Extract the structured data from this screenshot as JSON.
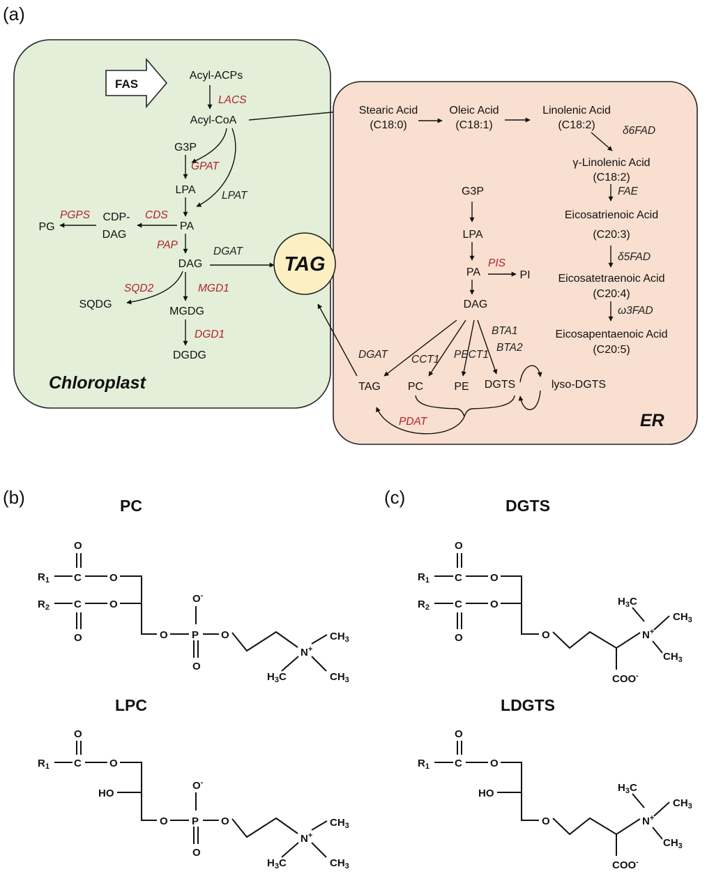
{
  "panels": {
    "a": "(a)",
    "b": "(b)",
    "c": "(c)"
  },
  "chloroplast": {
    "title": "Chloroplast",
    "fas": "FAS",
    "nodes": {
      "acyl_acps": "Acyl-ACPs",
      "acyl_coa": "Acyl-CoA",
      "g3p": "G3P",
      "lpa": "LPA",
      "pa": "PA",
      "cdp": "CDP-",
      "dag_of_cdp": "DAG",
      "pg": "PG",
      "dag": "DAG",
      "sqdg": "SQDG",
      "mgdg": "MGDG",
      "dgdg": "DGDG"
    },
    "enzymes": {
      "lacs": "LACS",
      "gpat": "GPAT",
      "lpat": "LPAT",
      "cds": "CDS",
      "pgps": "PGPS",
      "pap": "PAP",
      "dgat": "DGAT",
      "sqd2": "SQD2",
      "mgd1": "MGD1",
      "dgd1": "DGD1"
    }
  },
  "tag": "TAG",
  "er": {
    "title": "ER",
    "nodes": {
      "stearic": "Stearic Acid",
      "stearic_c": "(C18:0)",
      "oleic": "Oleic Acid",
      "oleic_c": "(C18:1)",
      "linolenic": "Linolenic Acid",
      "linolenic_c": "(C18:2)",
      "gamma": "γ-Linolenic Acid",
      "gamma_c": "(C18:2)",
      "eicosatrienoic": "Eicosatrienoic Acid",
      "eicosatrienoic_c": "(C20:3)",
      "eicosatetraenoic": "Eicosatetraenoic Acid",
      "eicosatetraenoic_c": "(C20:4)",
      "eicosapentaenoic": "Eicosapentaenoic Acid",
      "eicosapentaenoic_c": "(C20:5)",
      "g3p": "G3P",
      "lpa": "LPA",
      "pa": "PA",
      "pi": "PI",
      "dag": "DAG",
      "tag": "TAG",
      "pc": "PC",
      "pe": "PE",
      "dgts": "DGTS",
      "lyso": "lyso-DGTS"
    },
    "enzymes": {
      "d6fad": "δ6FAD",
      "fae": "FAE",
      "d5fad": "δ5FAD",
      "w3fad": "ω3FAD",
      "pis": "PIS",
      "dgat": "DGAT",
      "cct1": "CCT1",
      "pect1": "PECT1",
      "bta1": "BTA1",
      "bta2": "BTA2",
      "pdat": "PDAT"
    }
  },
  "structures": {
    "pc": {
      "title": "PC"
    },
    "lpc": {
      "title": "LPC"
    },
    "dgts": {
      "title": "DGTS"
    },
    "ldgts": {
      "title": "LDGTS"
    },
    "atoms": {
      "O": "O",
      "C": "C",
      "P": "P",
      "N": "N",
      "HO": "HO",
      "R": "R",
      "H": "H",
      "CH": "CH",
      "sub1": "1",
      "sub2": "2",
      "sub3": "3",
      "minus": "-",
      "plus": "+",
      "COO": "COO"
    }
  },
  "colors": {
    "chloroplast_fill": "#e3efd9",
    "er_fill": "#f9dfcf",
    "tag_fill": "#fcf0c2",
    "enzyme_red": "#b3202a"
  }
}
